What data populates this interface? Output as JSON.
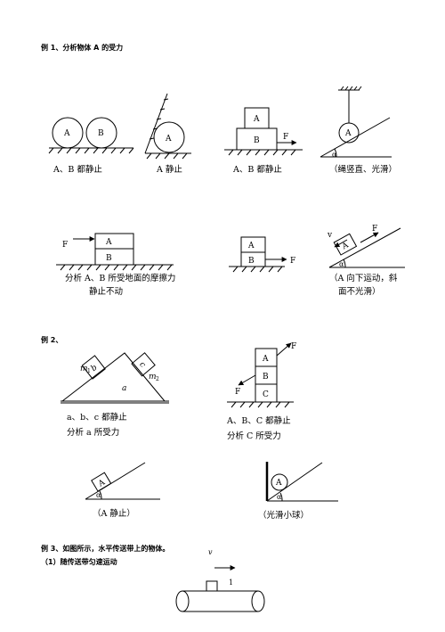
{
  "ex1": {
    "heading": "例 1、分析物体 A 的受力",
    "cap1": "A、B 都静止",
    "cap2": "A 静止",
    "cap3": "A、B 都静止",
    "cap4": "（绳竖直、光滑）",
    "cap5a": "分析 A、B 所受地面的摩擦力",
    "cap5b": "静止不动",
    "cap7a": "（A 向下运动，斜",
    "cap7b": "面不光滑）"
  },
  "ex2": {
    "heading": "例 2、",
    "cap1a": "a、b、c 都静止",
    "cap1b": "分析 a 所受力",
    "cap2a": "A、B、C 都静止",
    "cap2b": "分析 C 所受力",
    "cap3": "（A 静止）",
    "cap4": "（光滑小球）"
  },
  "ex3": {
    "heading": "例 3、如图所示，水平传送带上的物体。",
    "sub1": "（1）随传送带匀速运动"
  },
  "labels": {
    "A": "A",
    "B": "B",
    "C": "C",
    "a": "a",
    "b": "b",
    "c": "c",
    "F": "F",
    "v": "v",
    "alpha": "α",
    "m1": "m",
    "m1sub": "1",
    "m2": "m",
    "m2sub": "2",
    "one": "1"
  }
}
